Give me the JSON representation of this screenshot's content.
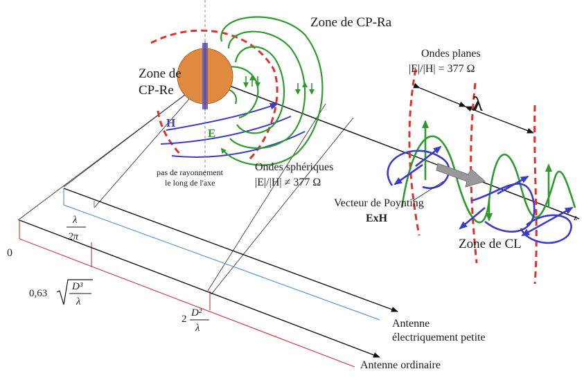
{
  "zones": {
    "cp_ra": "Zone de CP-Ra",
    "cp_re_line1": "Zone de",
    "cp_re_line2": "CP-Re",
    "cl": "Zone de CL"
  },
  "field_labels": {
    "h": "H",
    "e": "E"
  },
  "plane_waves": {
    "title": "Ondes planes",
    "relation": "|E|/|H| = 377 Ω"
  },
  "wavelength_symbol": "λ",
  "spherical_waves": {
    "title": "Ondes sphériques",
    "relation": "|E|/|H| ≠ 377 Ω"
  },
  "no_radiation": {
    "line1": "pas de rayonnement",
    "line2": "le long de l'axe"
  },
  "poynting": {
    "line1": "Vecteur de Poynting",
    "line2": "ExH"
  },
  "distances": {
    "zero": "0",
    "lambda_over_2pi_num": "λ",
    "lambda_over_2pi_den": "2π",
    "mid_coef": "0,63",
    "mid_num": "D³",
    "mid_den": "λ",
    "far_coef": "2",
    "far_num": "D²",
    "far_den": "λ"
  },
  "antennas": {
    "small_line1": "Antenne",
    "small_line2": "électriquement petite",
    "ordinary": "Antenne ordinaire"
  },
  "colors": {
    "e_field": "#2e9a2e",
    "h_field": "#3a3ac8",
    "wavefront": "#e0302a",
    "antenna_body": "#e08a40",
    "antenna_rod": "#6a5cb0",
    "small_scale": "#5a9ad0",
    "ordinary_scale": "#d04040",
    "poynting_arrow": "#999999"
  }
}
